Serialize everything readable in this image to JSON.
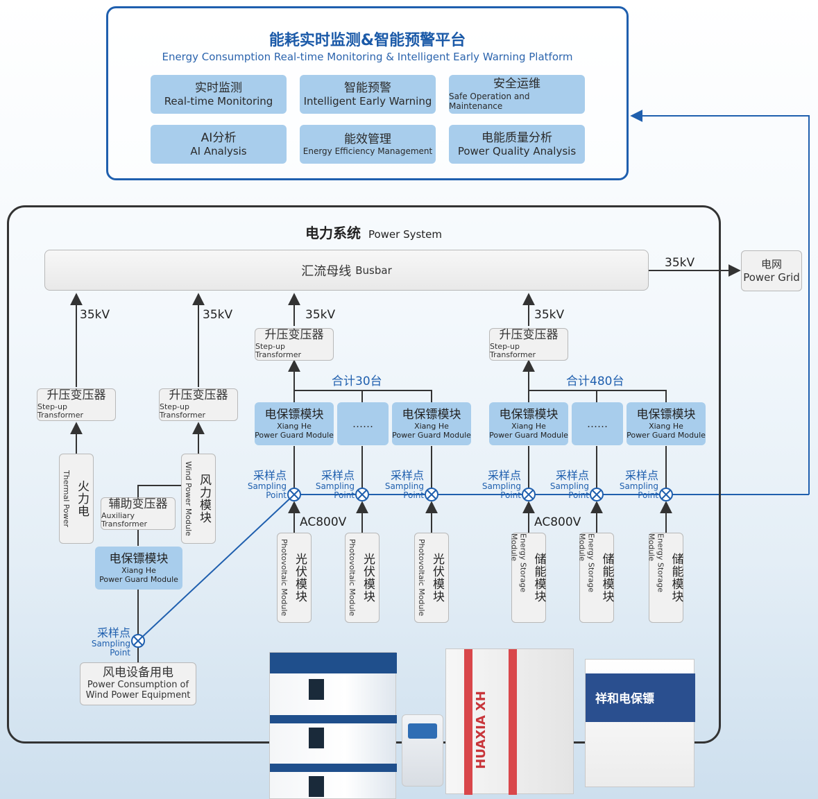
{
  "platform": {
    "title": "能耗实时监测&智能预警平台",
    "subtitle": "Energy Consumption Real-time Monitoring & Intelligent Early Warning Platform",
    "functions": [
      {
        "cn": "实时监测",
        "en": "Real-time Monitoring"
      },
      {
        "cn": "智能预警",
        "en": "Intelligent Early Warning"
      },
      {
        "cn": "安全运维",
        "en": "Safe Operation and Maintenance"
      },
      {
        "cn": "AI分析",
        "en": "AI Analysis"
      },
      {
        "cn": "能效管理",
        "en": "Energy Efficiency Management"
      },
      {
        "cn": "电能质量分析",
        "en": "Power Quality Analysis"
      }
    ]
  },
  "power_system": {
    "title_cn": "电力系统",
    "title_en": "Power System",
    "busbar_cn": "汇流母线",
    "busbar_en": "Busbar",
    "grid_cn": "电网",
    "grid_en": "Power Grid",
    "voltage_35": "35kV",
    "voltage_ac": "AC800V",
    "transformer_cn": "升压变压器",
    "transformer_en": "Step-up Transformer",
    "thermal_cn": "火力电",
    "thermal_en": "Thermal Power",
    "wind_cn": "风力模块",
    "wind_en": "Wind Power Module",
    "aux_cn": "辅助变压器",
    "aux_en": "Auxiliary Transformer",
    "guard_cn": "电保镖模块",
    "guard_en1": "Xiang He",
    "guard_en2": "Power Guard Module",
    "dots": "……",
    "sampling_cn": "采样点",
    "sampling_en": "Sampling Point",
    "total_30": "合计30台",
    "total_480": "合计480台",
    "pv_cn": "光伏模块",
    "pv_en": "Photovoltaic Module",
    "storage_cn": "储能模块",
    "storage_en": "Energy Storage Module",
    "wind_equip_cn": "风电设备用电",
    "wind_equip_en1": "Power Consumption of",
    "wind_equip_en2": "Wind Power Equipment"
  },
  "products": {
    "brand_text": "HUAXIA XH",
    "box_label": "祥和电保镖"
  },
  "colors": {
    "accent": "#1f5fae",
    "module_fill": "#a8cdec",
    "frame": "#333333",
    "box_fill": "#f1f1f1"
  }
}
